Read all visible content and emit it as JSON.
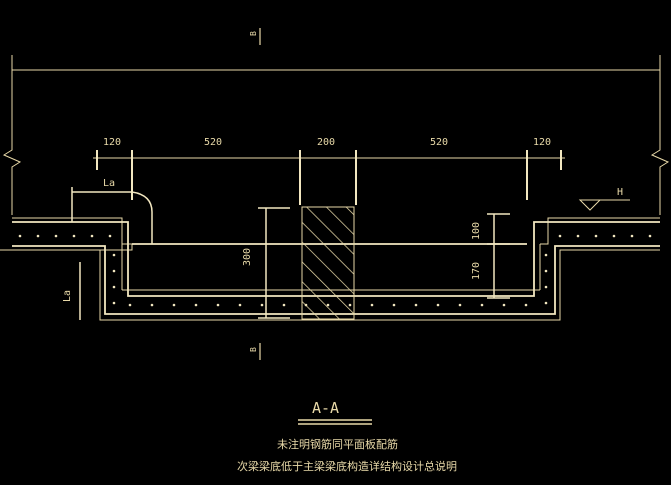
{
  "drawing": {
    "section_marker_top": "B",
    "section_marker_bottom": "B",
    "dimensions": [
      "120",
      "520",
      "200",
      "520",
      "120"
    ],
    "dim_300": "300",
    "dim_100": "100",
    "dim_170": "170",
    "label_la_top": "La",
    "label_la_side": "La",
    "level_symbol": "H",
    "section_title": "A-A",
    "note_1": "未注明钢筋同平面板配筋",
    "note_2": "次梁梁底低于主梁梁底构造详结构设计总说明"
  },
  "colors": {
    "background": "#000000",
    "line": "#e8d9a8",
    "rebar": "#f2e7c0"
  }
}
